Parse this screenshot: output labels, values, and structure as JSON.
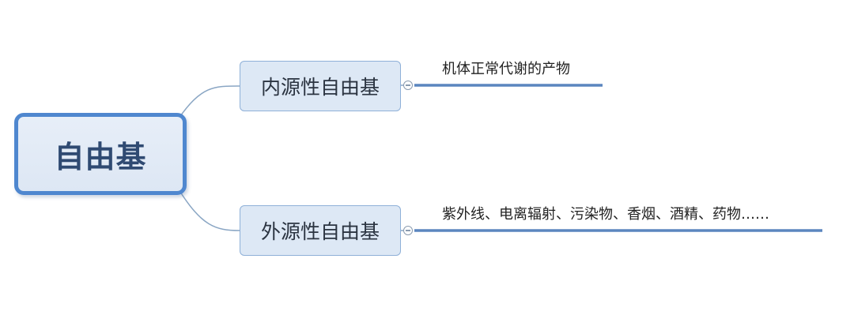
{
  "root": {
    "label": "自由基"
  },
  "branches": [
    {
      "label": "内源性自由基",
      "leaf": "机体正常代谢的产物"
    },
    {
      "label": "外源性自由基",
      "leaf": "紫外线、电离辐射、污染物、香烟、酒精、药物……"
    }
  ],
  "colors": {
    "root_border": "#4f87cf",
    "root_fill": "#dde7f4",
    "branch_fill": "#dde8f5",
    "branch_border": "#8fb0d8",
    "connector": "#8aa6c4",
    "leaf_line": "#5b86bf"
  }
}
